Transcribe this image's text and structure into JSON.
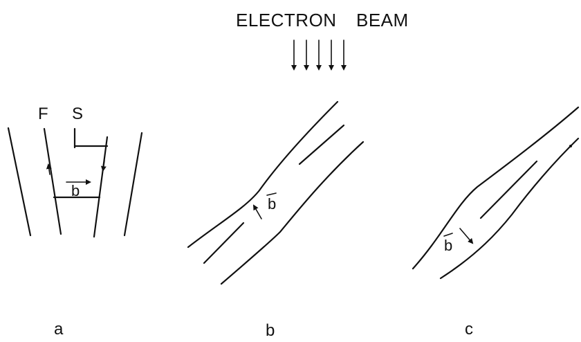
{
  "beam_label_left": "ELECTRON",
  "beam_label_right": "BEAM",
  "panel_a": {
    "label": "a",
    "left_label": "F",
    "right_label": "S",
    "vector_label": "b"
  },
  "panel_b": {
    "label": "b",
    "vector_label": "b"
  },
  "panel_c": {
    "label": "c",
    "vector_label": "b"
  }
}
